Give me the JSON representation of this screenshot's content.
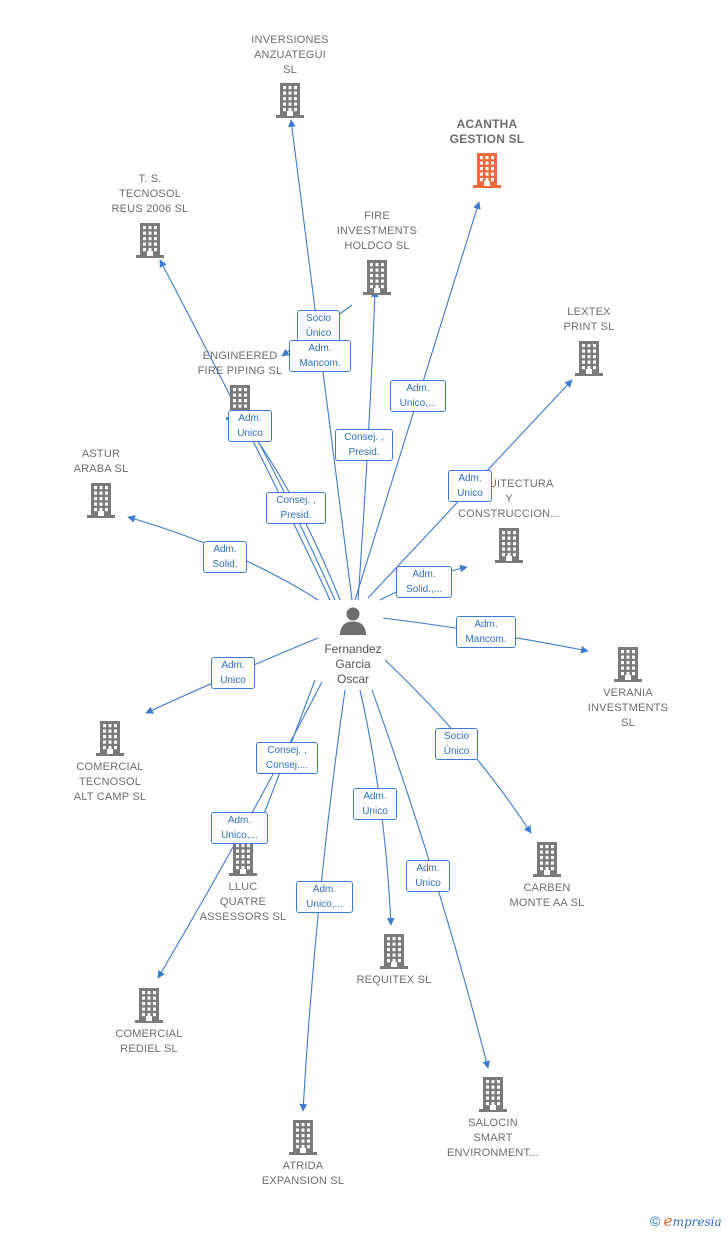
{
  "center": {
    "label": "Fernandez\nGarcia\nOscar"
  },
  "nodes": [
    {
      "id": "inversiones",
      "label": "INVERSIONES\nANZUATEGUI\nSL"
    },
    {
      "id": "acantha",
      "label": "ACANTHA\nGESTION  SL",
      "highlight": true
    },
    {
      "id": "ts",
      "label": "T.  S.\nTECNOSOL\nREUS 2006 SL"
    },
    {
      "id": "fire",
      "label": "FIRE\nINVESTMENTS\nHOLDCO  SL"
    },
    {
      "id": "lextex",
      "label": "LEXTEX\nPRINT  SL"
    },
    {
      "id": "engineered",
      "label": "ENGINEERED\nFIRE PIPING SL"
    },
    {
      "id": "astur",
      "label": "ASTUR\nARABA  SL"
    },
    {
      "id": "arquitectura",
      "label": "ARQUITECTURA\nY\nCONSTRUCCION..."
    },
    {
      "id": "verania",
      "label": "VERANIA\nINVESTMENTS\nSL"
    },
    {
      "id": "comtecnosol",
      "label": "COMERCIAL\nTECNOSOL\nALT CAMP SL"
    },
    {
      "id": "lluc",
      "label": "LLUC\nQUATRE\nASSESSORS SL"
    },
    {
      "id": "carben",
      "label": "CARBEN\nMONTE AA  SL"
    },
    {
      "id": "requitex",
      "label": "REQUITEX  SL"
    },
    {
      "id": "rediel",
      "label": "COMERCIAL\nREDIEL SL"
    },
    {
      "id": "salocin",
      "label": "SALOCIN\nSMART\nENVIRONMENT..."
    },
    {
      "id": "atrida",
      "label": "ATRIDA\nEXPANSION  SL"
    }
  ],
  "relations": [
    {
      "id": "r1",
      "label": "Socio\nÚnico"
    },
    {
      "id": "r2",
      "label": "Adm.\nMancom."
    },
    {
      "id": "r3",
      "label": "Adm.\nUnico,..."
    },
    {
      "id": "r4",
      "label": "Adm.\nUnico"
    },
    {
      "id": "r5",
      "label": "Consej. ,\nPresid."
    },
    {
      "id": "r6",
      "label": "Consej. ,\nPresid."
    },
    {
      "id": "r7",
      "label": "Adm.\nUnico"
    },
    {
      "id": "r8",
      "label": "Adm.\nSolid."
    },
    {
      "id": "r9",
      "label": "Adm.\nSolid.,..."
    },
    {
      "id": "r10",
      "label": "Adm.\nMancom."
    },
    {
      "id": "r11",
      "label": "Adm.\nUnico"
    },
    {
      "id": "r12",
      "label": "Consej. ,\nConsej...."
    },
    {
      "id": "r13",
      "label": "Socio\nÚnico"
    },
    {
      "id": "r14",
      "label": "Adm.\nUnico,..."
    },
    {
      "id": "r15",
      "label": "Adm.\nUnico"
    },
    {
      "id": "r16",
      "label": "Adm.\nUnico"
    },
    {
      "id": "r17",
      "label": "Adm.\nUnico,..."
    }
  ],
  "colors": {
    "edge": "#3d7bd0",
    "building": "#7a7a7a",
    "highlight": "#f26a3a"
  },
  "footer": {
    "copyright": "©",
    "brand_e": "e",
    "brand_rest": "mpresia"
  }
}
